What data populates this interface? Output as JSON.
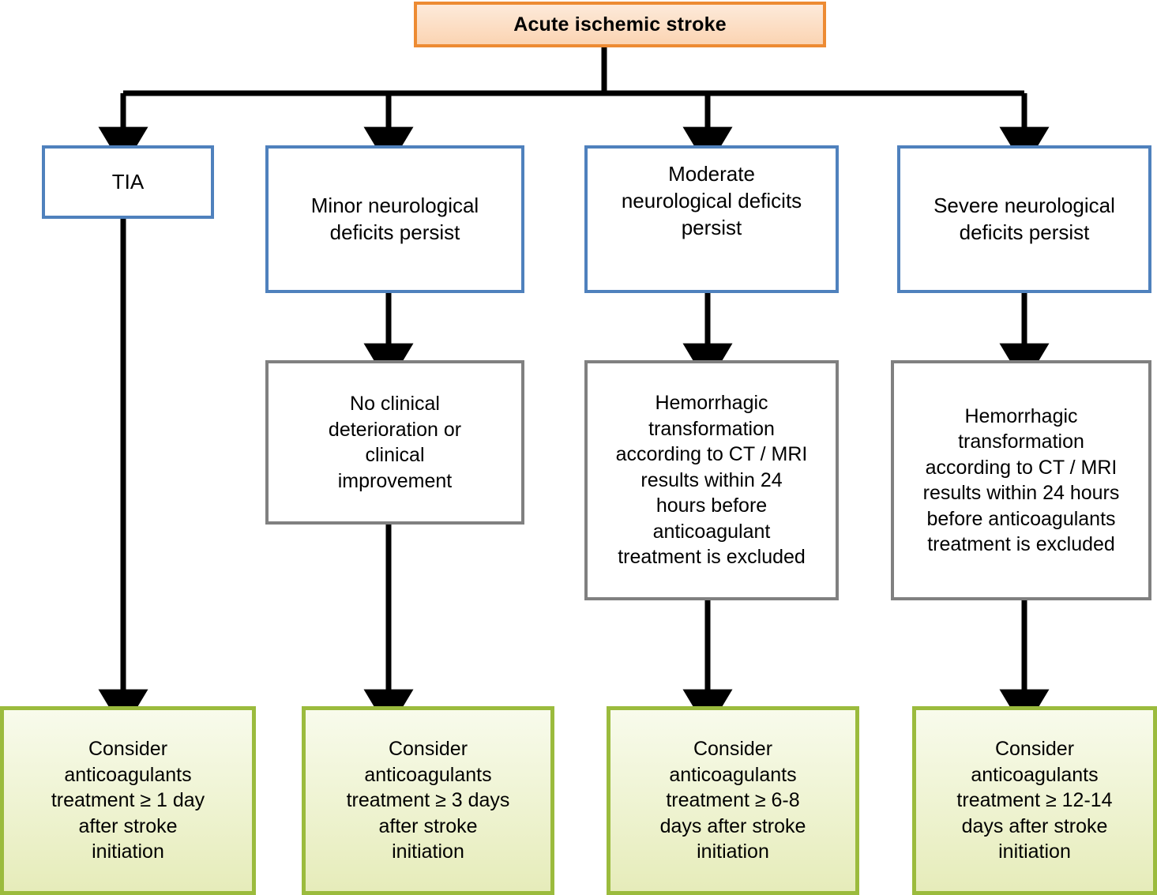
{
  "diagram": {
    "title": "Acute ischemic stroke anticoagulation timing flowchart",
    "colors": {
      "root_border": "#ED8B33",
      "root_fill_top": "#FDEADA",
      "root_fill_bottom": "#FBD4B2",
      "blue_border": "#4F81BD",
      "grey_border": "#808080",
      "green_border": "#9BBB3D",
      "green_fill_top": "#F8FBEC",
      "green_fill_bottom": "#E6ECBA",
      "connector": "#000000",
      "node_fill_white": "#FFFFFF"
    },
    "nodes": {
      "root": {
        "text": "Acute ischemic stroke"
      },
      "branch1": {
        "text": "TIA"
      },
      "branch2": {
        "text": "Minor neurological\ndeficits persist"
      },
      "branch3": {
        "text": "Moderate\nneurological deficits\npersist"
      },
      "branch4": {
        "text": "Severe neurological\ndeficits persist"
      },
      "mid2": {
        "text": "No clinical\ndeterioration or\nclinical\nimprovement"
      },
      "mid3": {
        "text": "Hemorrhagic\ntransformation\naccording to CT / MRI\nresults within 24\nhours before\nanticoagulant\ntreatment is excluded"
      },
      "mid4": {
        "text": "Hemorrhagic\ntransformation\naccording to CT / MRI\nresults within 24 hours\nbefore anticoagulants\ntreatment is excluded"
      },
      "out1": {
        "text": "Consider\nanticoagulants\ntreatment ≥ 1 day\nafter stroke\ninitiation"
      },
      "out2": {
        "text": "Consider\nanticoagulants\ntreatment ≥ 3 days\nafter stroke\ninitiation"
      },
      "out3": {
        "text": "Consider\nanticoagulants\ntreatment ≥ 6-8\ndays after stroke\ninitiation"
      },
      "out4": {
        "text": "Consider\nanticoagulants\ntreatment ≥ 12-14\ndays after stroke\ninitiation"
      }
    },
    "edges": [
      {
        "name": "root-to-bus",
        "from": "root",
        "to": "distribution-bus"
      },
      {
        "name": "bus-to-branch1",
        "from": "distribution-bus",
        "to": "branch1"
      },
      {
        "name": "bus-to-branch2",
        "from": "distribution-bus",
        "to": "branch2"
      },
      {
        "name": "bus-to-branch3",
        "from": "distribution-bus",
        "to": "branch3"
      },
      {
        "name": "bus-to-branch4",
        "from": "distribution-bus",
        "to": "branch4"
      },
      {
        "name": "branch1-to-out1",
        "from": "branch1",
        "to": "out1"
      },
      {
        "name": "branch2-to-mid2",
        "from": "branch2",
        "to": "mid2"
      },
      {
        "name": "branch3-to-mid3",
        "from": "branch3",
        "to": "mid3"
      },
      {
        "name": "branch4-to-mid4",
        "from": "branch4",
        "to": "mid4"
      },
      {
        "name": "mid2-to-out2",
        "from": "mid2",
        "to": "out2"
      },
      {
        "name": "mid3-to-out3",
        "from": "mid3",
        "to": "out3"
      },
      {
        "name": "mid4-to-out4",
        "from": "mid4",
        "to": "out4"
      }
    ]
  }
}
